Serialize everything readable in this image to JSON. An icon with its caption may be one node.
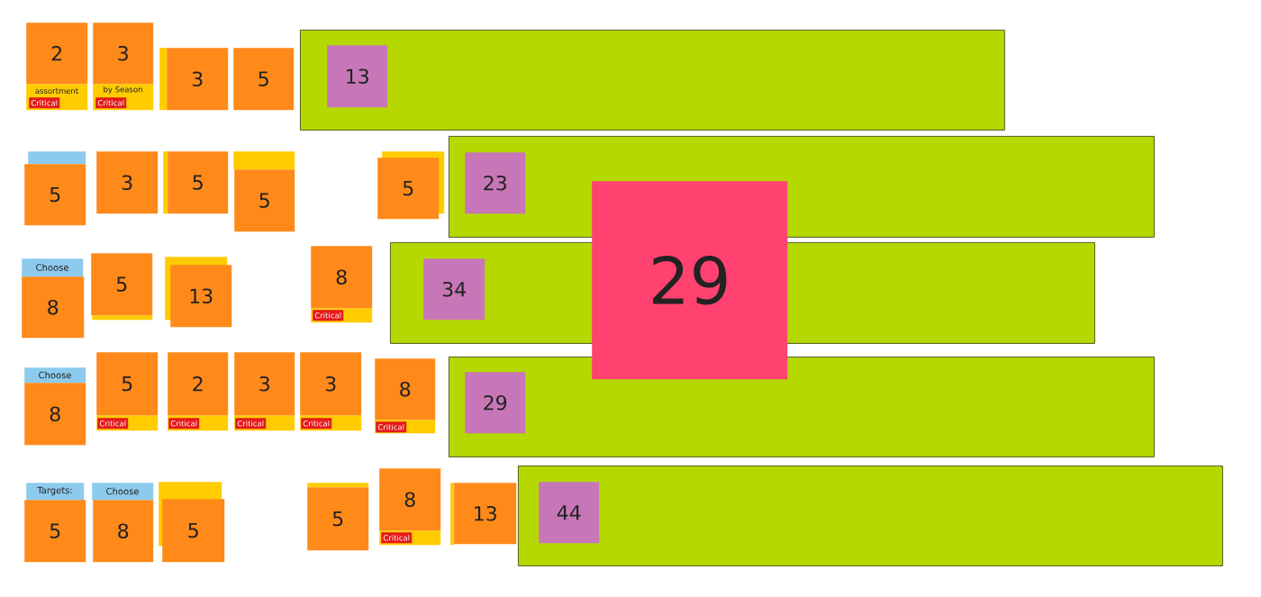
{
  "diagram": {
    "nodes": [
      {
        "text": [
          "assortment"
        ]
      },
      {
        "text": [
          "Critical"
        ],
        "in": 0
      },
      {
        "text": [
          "2"
        ]
      },
      {
        "text": [
          "by Season"
        ]
      },
      {
        "text": [
          "Critical"
        ],
        "in": 3
      },
      {
        "text": [
          "3"
        ]
      },
      {
        "text": [],
        "shape": "box"
      },
      {
        "text": [
          "3"
        ]
      },
      {
        "text": [
          "5"
        ]
      },
      {
        "text": [],
        "shape": "bar"
      },
      {
        "text": [
          "13"
        ],
        "in": 9
      },
      {
        "text": [],
        "shape": "box"
      },
      {
        "text": [
          "5"
        ]
      },
      {
        "text": [
          "3"
        ]
      },
      {
        "text": [],
        "shape": "box"
      },
      {
        "text": [
          "5"
        ]
      },
      {
        "text": [],
        "shape": "box"
      },
      {
        "text": [
          "5"
        ]
      },
      {
        "text": [],
        "shape": "box"
      },
      {
        "text": [
          "5"
        ]
      },
      {
        "text": [],
        "shape": "bar"
      },
      {
        "text": [
          "23"
        ],
        "in": 20
      },
      {
        "text": [
          "Choose"
        ]
      },
      {
        "text": [
          "8"
        ]
      },
      {
        "text": [],
        "shape": "box"
      },
      {
        "text": [
          "5"
        ]
      },
      {
        "text": [],
        "shape": "box"
      },
      {
        "text": [
          "13"
        ]
      },
      {
        "text": [],
        "shape": "box"
      },
      {
        "text": [
          "Critical"
        ],
        "in": 28
      },
      {
        "text": [
          "8"
        ]
      },
      {
        "text": [],
        "shape": "bar"
      },
      {
        "text": [
          "34"
        ],
        "in": 31
      },
      {
        "text": [
          "29"
        ]
      },
      {
        "text": [
          "Choose"
        ]
      },
      {
        "text": [
          "8"
        ]
      },
      {
        "text": [],
        "shape": "box"
      },
      {
        "text": [
          "Critical"
        ],
        "in": 36
      },
      {
        "text": [
          "5"
        ]
      },
      {
        "text": [],
        "shape": "box"
      },
      {
        "text": [
          "Critical"
        ],
        "in": 39
      },
      {
        "text": [
          "2"
        ]
      },
      {
        "text": [],
        "shape": "box"
      },
      {
        "text": [
          "Critical"
        ],
        "in": 42
      },
      {
        "text": [
          "3"
        ]
      },
      {
        "text": [],
        "shape": "box"
      },
      {
        "text": [
          "Critical"
        ],
        "in": 45
      },
      {
        "text": [
          "3"
        ]
      },
      {
        "text": [],
        "shape": "box"
      },
      {
        "text": [
          "Critical"
        ],
        "in": 48
      },
      {
        "text": [
          "8"
        ]
      },
      {
        "text": [],
        "shape": "bar"
      },
      {
        "text": [
          "29"
        ],
        "in": 51
      },
      {
        "text": [
          "Targets:"
        ]
      },
      {
        "text": [
          "5"
        ]
      },
      {
        "text": [
          "Choose"
        ]
      },
      {
        "text": [
          "8"
        ]
      },
      {
        "text": [],
        "shape": "box"
      },
      {
        "text": [
          "5"
        ]
      },
      {
        "text": [],
        "shape": "box"
      },
      {
        "text": [
          "5"
        ]
      },
      {
        "text": [],
        "shape": "box"
      },
      {
        "text": [
          "Critical"
        ],
        "in": 61
      },
      {
        "text": [
          "8"
        ]
      },
      {
        "text": [],
        "shape": "box"
      },
      {
        "text": [
          "13"
        ]
      },
      {
        "text": [],
        "shape": "bar"
      },
      {
        "text": [
          "44"
        ],
        "in": 66
      }
    ]
  }
}
